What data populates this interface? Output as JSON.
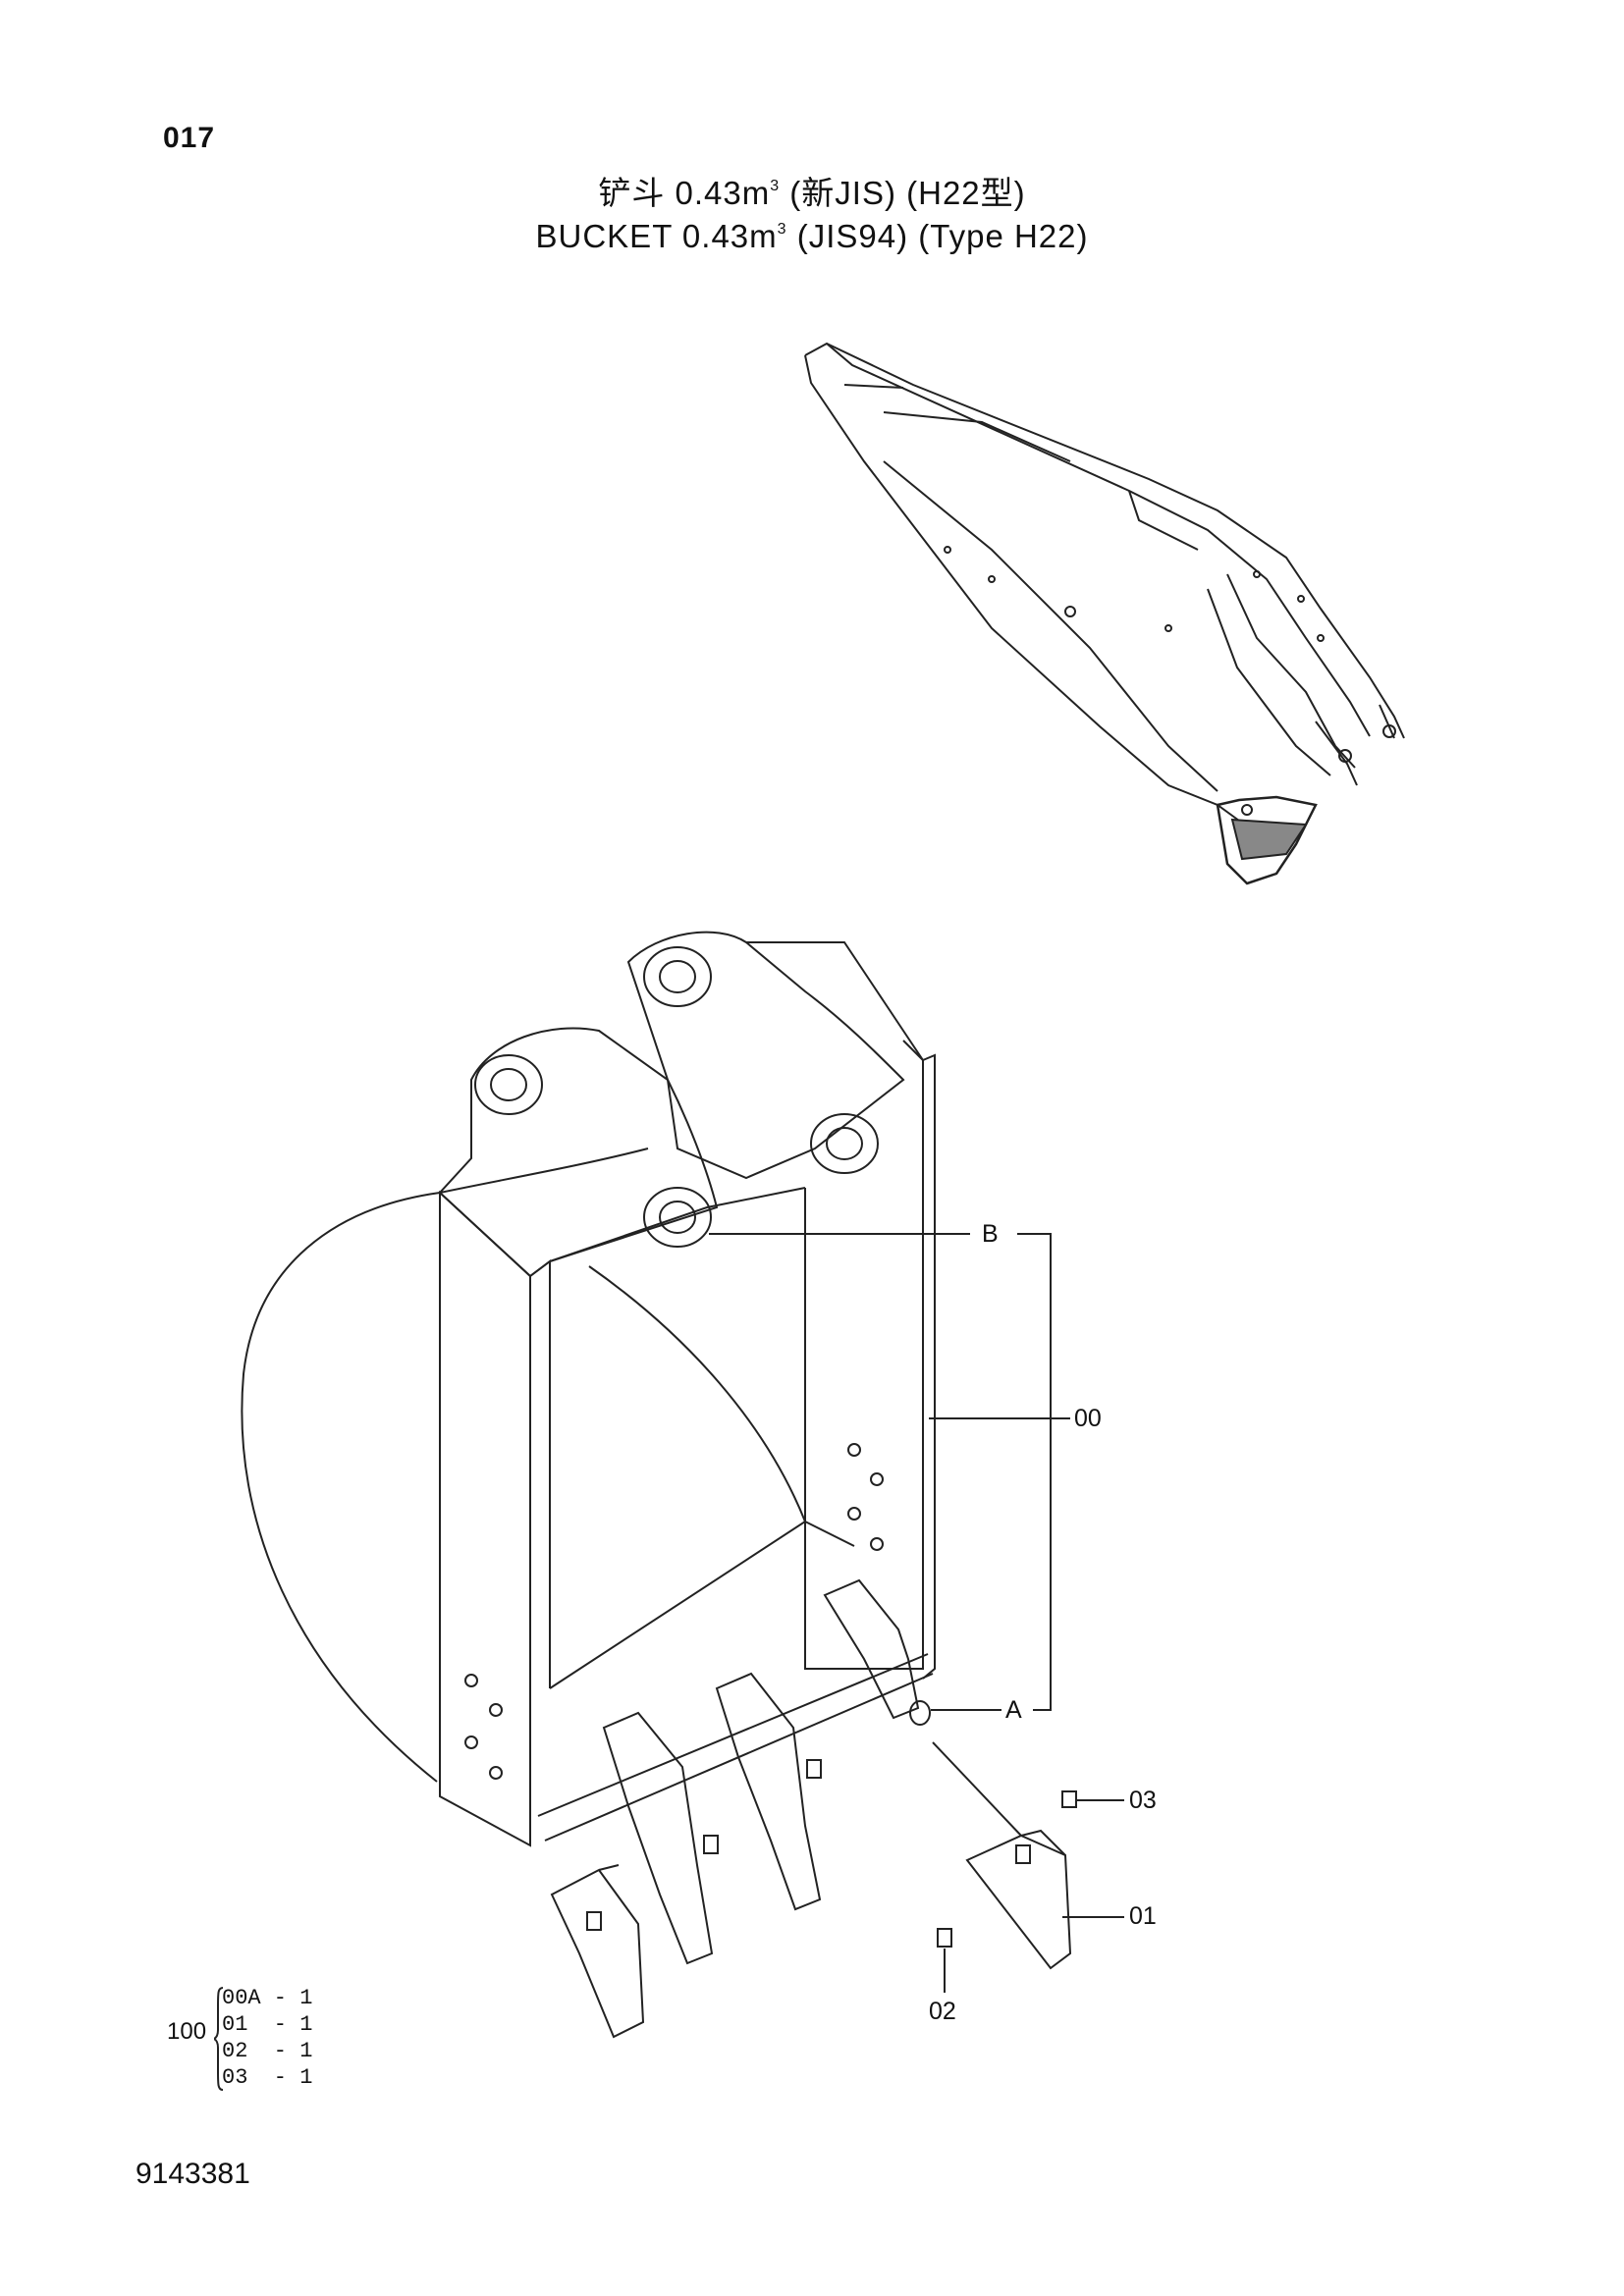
{
  "page": {
    "number": "017",
    "title_cn": "铲斗 0.43m",
    "title_cn_sup": "3",
    "title_cn_rest": " (新JIS) (H22型)",
    "title_en": "BUCKET 0.43m",
    "title_en_sup": "3",
    "title_en_rest": " (JIS94) (Type H22)",
    "doc_number": "9143381"
  },
  "callouts": {
    "b": "B",
    "a": "A",
    "p00": "00",
    "p01": "01",
    "p02": "02",
    "p03": "03"
  },
  "kit": {
    "number": "100",
    "lines": [
      "00A - 1",
      "01  - 1",
      "02  - 1",
      "03  - 1"
    ]
  }
}
